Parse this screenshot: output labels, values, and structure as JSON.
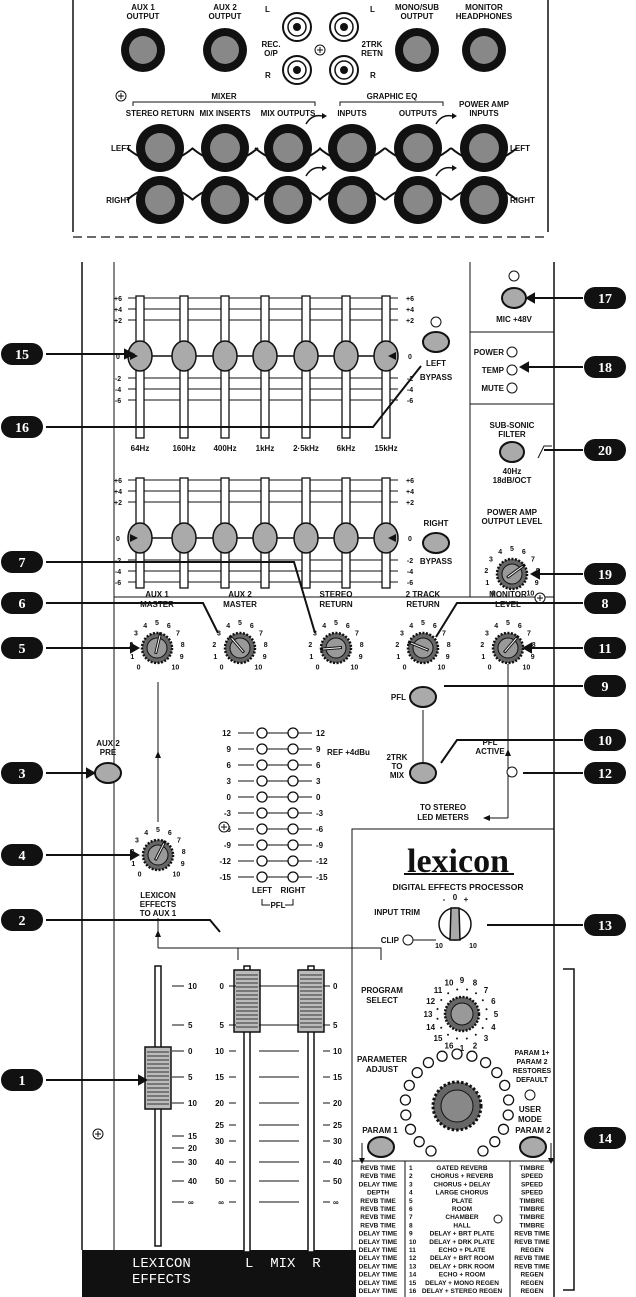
{
  "rear_panel": {
    "aux1_output": [
      "AUX 1",
      "OUTPUT"
    ],
    "aux2_output": [
      "AUX 2",
      "OUTPUT"
    ],
    "rec_label": [
      "REC.",
      "O/P"
    ],
    "trk_label": [
      "2TRK",
      "RETN"
    ],
    "l": "L",
    "r": "R",
    "mono_sub_output": [
      "MONO/SUB",
      "OUTPUT"
    ],
    "monitor_headphones": [
      "MONITOR",
      "HEADPHONES"
    ],
    "mixer_group": "MIXER",
    "graphic_eq_group": "GRAPHIC EQ",
    "stereo_return": "STEREO RETURN",
    "mix_inserts": "MIX INSERTS",
    "mix_outputs": "MIX OUTPUTS",
    "inputs": "INPUTS",
    "outputs": "OUTPUTS",
    "power_amp_inputs": [
      "POWER AMP",
      "INPUTS"
    ],
    "left": "LEFT",
    "right": "RIGHT"
  },
  "eq": {
    "scale": [
      "+6",
      "+4",
      "+2",
      "0",
      "-2",
      "-4",
      "-6"
    ],
    "freqs": [
      "64Hz",
      "160Hz",
      "400Hz",
      "1kHz",
      "2·5kHz",
      "6kHz",
      "15kHz"
    ],
    "left_bypass": [
      "LEFT",
      "BYPASS"
    ],
    "right_bypass": [
      "RIGHT",
      "BYPASS"
    ]
  },
  "right_panel": {
    "mic48v": "MIC +48V",
    "power": "POWER",
    "temp": "TEMP",
    "mute": "MUTE",
    "subsonic": [
      "SUB-SONIC",
      "FILTER"
    ],
    "subsonic_spec": [
      "40Hz",
      "18dB/OCT"
    ],
    "power_amp_level": [
      "POWER AMP",
      "OUTPUT LEVEL"
    ]
  },
  "knob_scale": [
    "0",
    "1",
    "2",
    "3",
    "4",
    "5",
    "6",
    "7",
    "8",
    "9",
    "10"
  ],
  "knobs": {
    "aux1_master": [
      "AUX 1",
      "MASTER"
    ],
    "aux2_master": [
      "AUX 2",
      "MASTER"
    ],
    "stereo_return": [
      "STEREO",
      "RETURN"
    ],
    "two_track_return": [
      "2 TRACK",
      "RETURN"
    ],
    "monitor_level": [
      "MONITOR",
      "LEVEL"
    ]
  },
  "buttons": {
    "aux2_pre": [
      "AUX 2",
      "PRE"
    ],
    "pfl": "PFL",
    "trk_to_mix": [
      "2TRK",
      "TO",
      "MIX"
    ],
    "pfl_active": [
      "PFL",
      "ACTIVE"
    ],
    "to_stereo_meters": [
      "TO STEREO",
      "LED METERS"
    ]
  },
  "meters": {
    "levels": [
      "12",
      "9",
      "6",
      "3",
      "0",
      "-3",
      "-6",
      "-9",
      "-12",
      "-15"
    ],
    "ref": "REF +4dBu",
    "left": "LEFT",
    "right": "RIGHT",
    "pfl": "PFL"
  },
  "effects_send": [
    "LEXICON",
    "EFFECTS",
    "TO AUX 1"
  ],
  "faders": {
    "aux_scale": [
      "10",
      "5",
      "0",
      "5",
      "10",
      "15",
      "20",
      "30",
      "40",
      "∞"
    ],
    "mix_scale": [
      "0",
      "5",
      "10",
      "15",
      "20",
      "25",
      "30",
      "40",
      "50",
      "∞"
    ]
  },
  "lexicon": {
    "brand": "lexicon",
    "subtitle": "DIGITAL EFFECTS PROCESSOR",
    "input_trim": "INPUT TRIM",
    "trim_marks": [
      "-",
      "0",
      "+"
    ],
    "trim_ends": [
      "10",
      "10"
    ],
    "clip": "CLIP",
    "program_select": [
      "PROGRAM",
      "SELECT"
    ],
    "program_numbers": [
      "1",
      "2",
      "3",
      "4",
      "5",
      "6",
      "7",
      "8",
      "9",
      "10",
      "11",
      "12",
      "13",
      "14",
      "15",
      "16"
    ],
    "parameter_adjust": [
      "PARAMETER",
      "ADJUST"
    ],
    "restore_note": [
      "PARAM 1+",
      "PARAM 2",
      "RESTORES",
      "DEFAULT"
    ],
    "user_mode": [
      "USER",
      "MODE"
    ],
    "param1": "PARAM 1",
    "param2": "PARAM 2"
  },
  "program_table": {
    "param1": [
      "REVB TIME",
      "REVB TIME",
      "DELAY TIME",
      "DEPTH",
      "REVB TIME",
      "REVB TIME",
      "REVB TIME",
      "REVB TIME",
      "DELAY TIME",
      "DELAY TIME",
      "DELAY TIME",
      "DELAY TIME",
      "DELAY TIME",
      "DELAY TIME",
      "DELAY TIME",
      "DELAY TIME"
    ],
    "numbers": [
      "1",
      "2",
      "3",
      "4",
      "5",
      "6",
      "7",
      "8",
      "9",
      "10",
      "11",
      "12",
      "13",
      "14",
      "15",
      "16"
    ],
    "names": [
      "GATED REVERB",
      "CHORUS + REVERB",
      "CHORUS + DELAY",
      "LARGE CHORUS",
      "PLATE",
      "ROOM",
      "CHAMBER",
      "HALL",
      "DELAY + BRT PLATE",
      "DELAY + DRK PLATE",
      "ECHO + PLATE",
      "DELAY + BRT ROOM",
      "DELAY + DRK ROOM",
      "ECHO + ROOM",
      "DELAY + MONO REGEN",
      "DELAY + STEREO REGEN"
    ],
    "param2": [
      "TIMBRE",
      "SPEED",
      "SPEED",
      "SPEED",
      "TIMBRE",
      "TIMBRE",
      "TIMBRE",
      "TIMBRE",
      "REVB TIME",
      "REVB TIME",
      "REGEN",
      "REVB TIME",
      "REVB TIME",
      "REGEN",
      "REGEN",
      "REGEN"
    ]
  },
  "bottom_label": {
    "lexicon": "LEXICON",
    "effects": "EFFECTS",
    "mix": "L  MIX  R"
  },
  "callouts": [
    "1",
    "2",
    "3",
    "4",
    "5",
    "6",
    "7",
    "8",
    "9",
    "10",
    "11",
    "12",
    "13",
    "14",
    "15",
    "16",
    "17",
    "18",
    "19",
    "20"
  ]
}
